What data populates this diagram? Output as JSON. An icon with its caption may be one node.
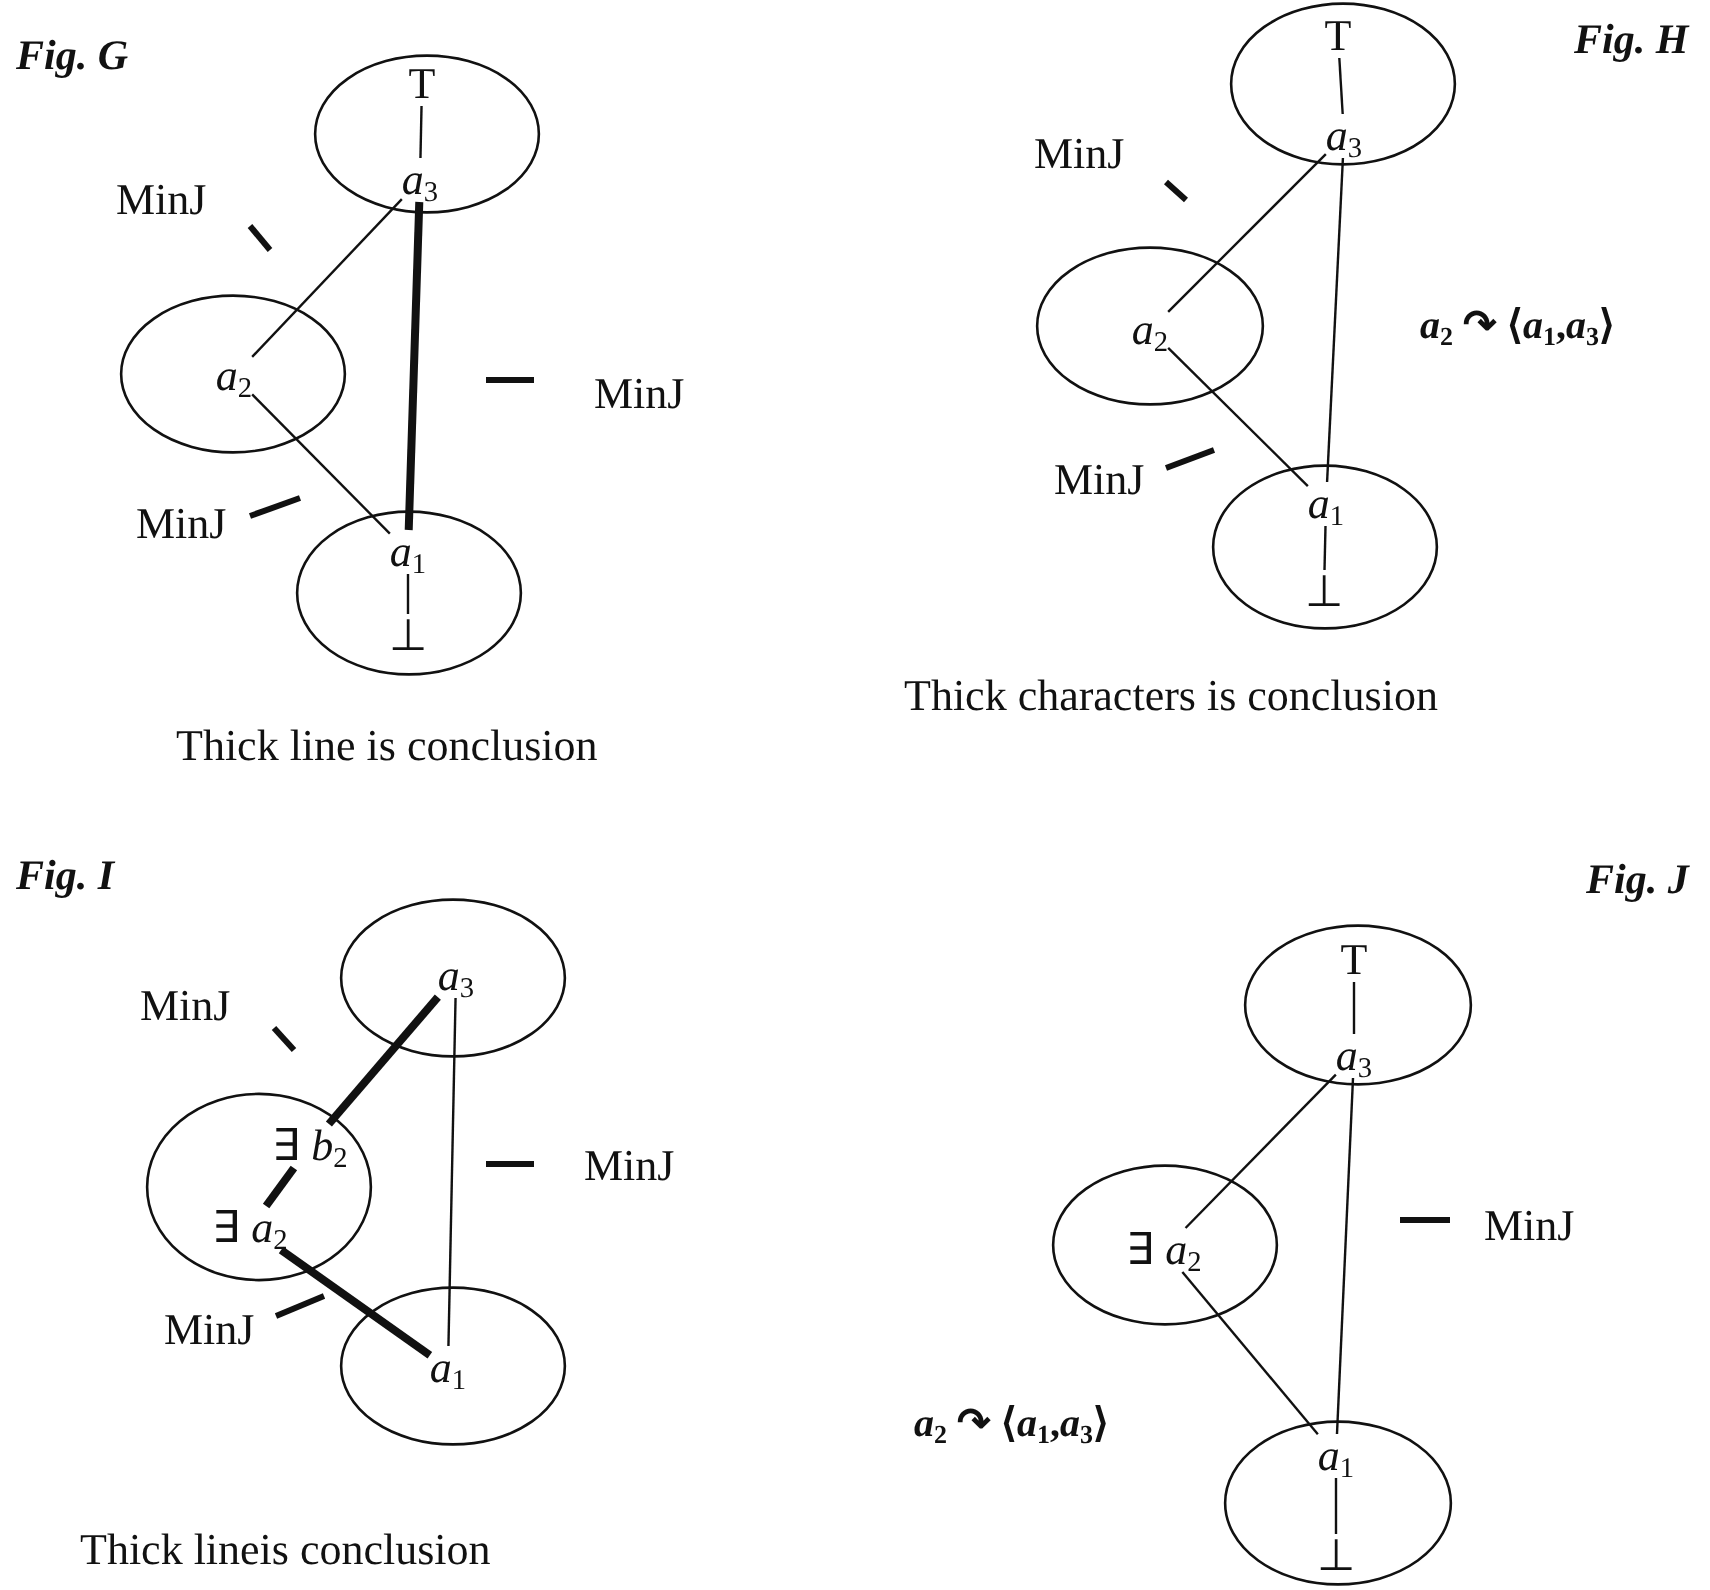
{
  "diagram": {
    "nodes": [
      {
        "text": [],
        "shape": "ellipse"
      },
      {
        "text": [
          "T"
        ],
        "in": 0
      },
      {
        "text": [
          "*a*$_{3}$"
        ],
        "in": 0
      },
      {
        "text": [],
        "shape": "ellipse"
      },
      {
        "text": [
          "*a*$_{2}$"
        ],
        "in": 3
      },
      {
        "text": [],
        "shape": "ellipse"
      },
      {
        "text": [
          "*a*$_{1}$"
        ],
        "in": 5
      },
      {
        "text": [
          "⊥"
        ],
        "in": 5
      },
      {
        "text": [],
        "shape": "ellipse"
      },
      {
        "text": [
          "T"
        ],
        "in": 8
      },
      {
        "text": [
          "*a*$_{3}$"
        ],
        "in": 8
      },
      {
        "text": [],
        "shape": "ellipse"
      },
      {
        "text": [
          "*a*$_{2}$"
        ],
        "in": 11
      },
      {
        "text": [],
        "shape": "ellipse"
      },
      {
        "text": [
          "*a*$_{1}$"
        ],
        "in": 13
      },
      {
        "text": [
          "⊥"
        ],
        "in": 13
      },
      {
        "text": [],
        "shape": "ellipse"
      },
      {
        "text": [
          "*a*$_{3}$"
        ],
        "in": 16
      },
      {
        "text": [],
        "shape": "ellipse"
      },
      {
        "text": [
          "∃ *b*$_{2}$"
        ],
        "in": 18
      },
      {
        "text": [
          "∃ *a*$_{2}$"
        ],
        "in": 18
      },
      {
        "text": [],
        "shape": "ellipse"
      },
      {
        "text": [
          "*a*$_{1}$"
        ],
        "in": 21
      },
      {
        "text": [],
        "shape": "ellipse"
      },
      {
        "text": [
          "T"
        ],
        "in": 23
      },
      {
        "text": [
          "*a*$_{3}$"
        ],
        "in": 23
      },
      {
        "text": [],
        "shape": "ellipse"
      },
      {
        "text": [
          "∃ *a*$_{2}$"
        ],
        "in": 26
      },
      {
        "text": [],
        "shape": "ellipse"
      },
      {
        "text": [
          "*a*$_{1}$"
        ],
        "in": 28
      },
      {
        "text": [
          "⊥"
        ],
        "in": 28
      }
    ],
    "edges": [
      {
        "from": 1,
        "to": 2,
        "arrow": "none"
      },
      {
        "from": 2,
        "to": 4,
        "arrow": "none",
        "label": "MinJ"
      },
      {
        "from": 2,
        "to": 6,
        "arrow": "none",
        "label": "MinJ",
        "style": "thick"
      },
      {
        "from": 4,
        "to": 6,
        "arrow": "none",
        "label": "MinJ"
      },
      {
        "from": 6,
        "to": 7,
        "arrow": "none"
      },
      {
        "from": 9,
        "to": 10,
        "arrow": "none"
      },
      {
        "from": 10,
        "to": 12,
        "arrow": "none",
        "label": "MinJ"
      },
      {
        "from": 10,
        "to": 14,
        "arrow": "none"
      },
      {
        "from": 12,
        "to": 14,
        "arrow": "none",
        "label": "MinJ"
      },
      {
        "from": 14,
        "to": 15,
        "arrow": "none"
      },
      {
        "from": 17,
        "to": 19,
        "arrow": "none",
        "label": "MinJ",
        "style": "thick"
      },
      {
        "from": 19,
        "to": 20,
        "arrow": "none",
        "style": "thick"
      },
      {
        "from": 20,
        "to": 22,
        "arrow": "none",
        "label": "MinJ",
        "style": "thick"
      },
      {
        "from": 17,
        "to": 22,
        "arrow": "none",
        "label": "MinJ"
      },
      {
        "from": 24,
        "to": 25,
        "arrow": "none"
      },
      {
        "from": 25,
        "to": 27,
        "arrow": "none"
      },
      {
        "from": 25,
        "to": 29,
        "arrow": "none",
        "label": "MinJ"
      },
      {
        "from": 27,
        "to": 29,
        "arrow": "none"
      },
      {
        "from": 29,
        "to": 30,
        "arrow": "none"
      }
    ],
    "labels": [
      "Fig. G",
      "Thick line is conclusion",
      "Fig. H",
      "*a*$_{2}$ ↷ ⟨*a*$_{1}$,*a*$_{3}$⟩",
      "Thick characters is conclusion",
      "Fig. I",
      "Thick lineis conclusion",
      "Fig. J",
      "*a*$_{2}$ ↷ ⟨*a*$_{1}$,*a*$_{3}$⟩"
    ]
  }
}
